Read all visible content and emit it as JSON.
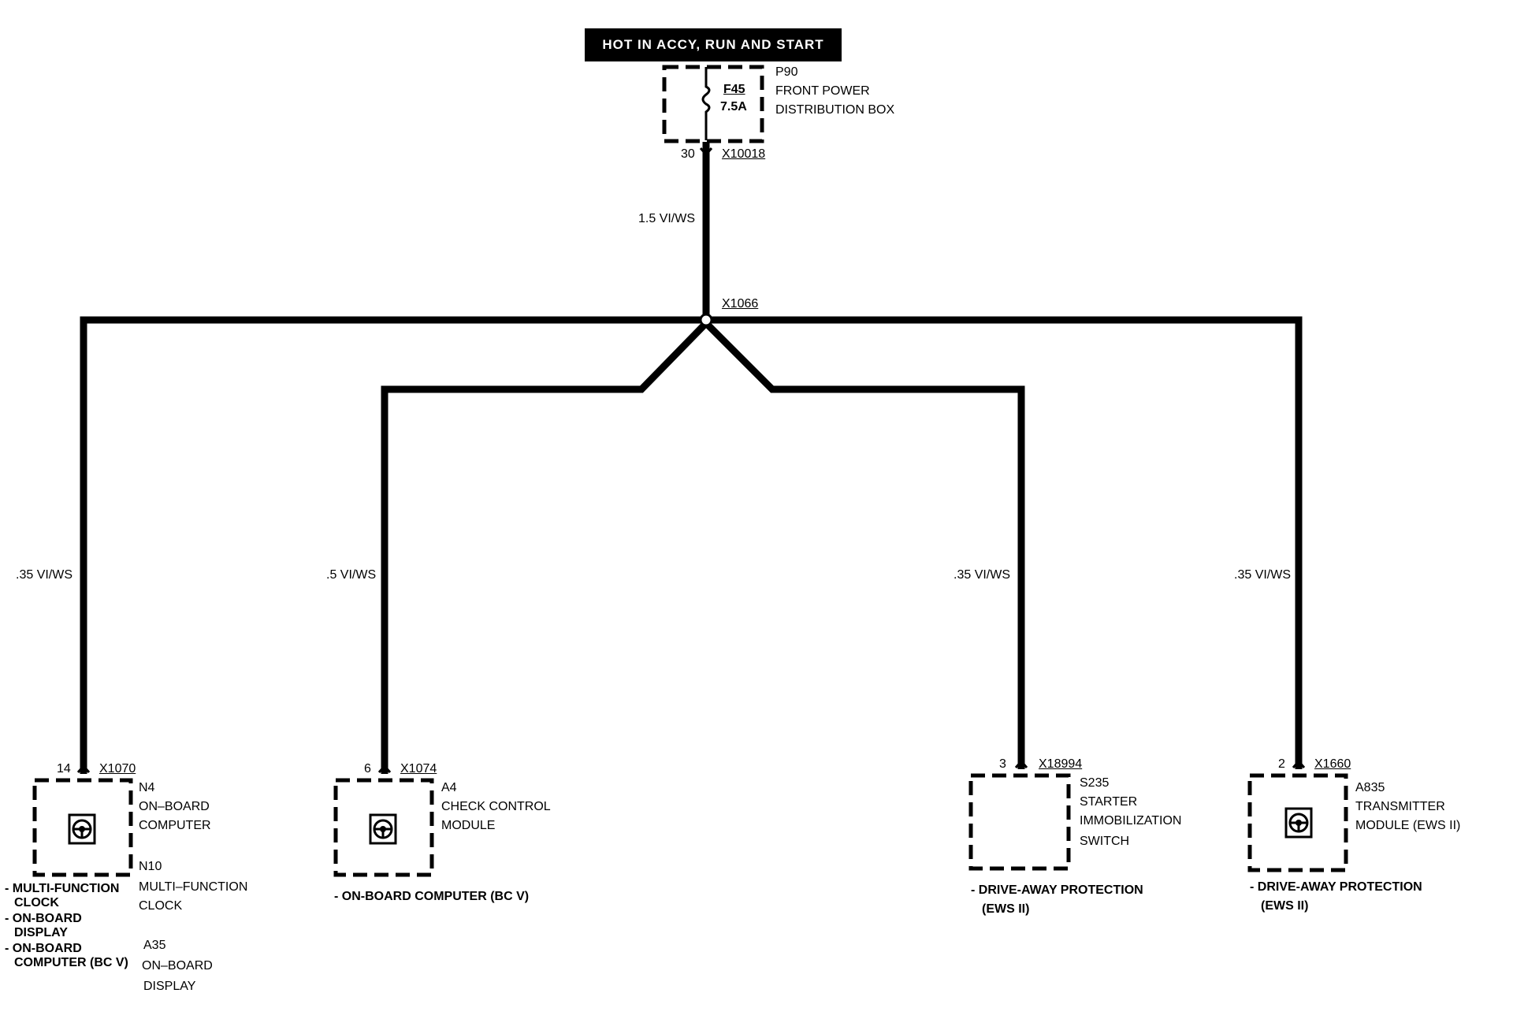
{
  "source": {
    "banner": "HOT IN ACCY, RUN AND START",
    "fuse_id": "F45",
    "fuse_rating": "7.5A",
    "box_id": "P90",
    "box_line1": "FRONT POWER",
    "box_line2": "DISTRIBUTION BOX",
    "pin": "30",
    "connector": "X10018"
  },
  "main_wire": {
    "label": "1.5 VI/WS"
  },
  "splice": {
    "label": "X1066"
  },
  "branches": [
    {
      "wire": ".35 VI/WS",
      "pin": "14",
      "connector": "X1070",
      "lines": [
        "N4",
        "ON–BOARD",
        "COMPUTER",
        "N10",
        "MULTI–FUNCTION",
        "CLOCK",
        "A35",
        "ON–BOARD",
        "DISPLAY"
      ],
      "notes": [
        "- MULTI-FUNCTION",
        "CLOCK",
        "- ON-BOARD",
        "DISPLAY",
        "- ON-BOARD",
        "COMPUTER (BC V)"
      ],
      "icon": "steering-wheel-icon"
    },
    {
      "wire": ".5 VI/WS",
      "pin": "6",
      "connector": "X1074",
      "lines": [
        "A4",
        "CHECK CONTROL",
        "MODULE"
      ],
      "notes": [
        "- ON-BOARD COMPUTER (BC V)"
      ],
      "icon": "steering-wheel-icon"
    },
    {
      "wire": ".35 VI/WS",
      "pin": "3",
      "connector": "X18994",
      "lines": [
        "S235",
        "STARTER",
        "IMMOBILIZATION",
        "SWITCH"
      ],
      "notes": [
        "- DRIVE-AWAY PROTECTION",
        "(EWS II)"
      ]
    },
    {
      "wire": ".35 VI/WS",
      "pin": "2",
      "connector": "X1660",
      "lines": [
        "A835",
        "TRANSMITTER",
        "MODULE (EWS II)"
      ],
      "notes": [
        "- DRIVE-AWAY PROTECTION",
        "(EWS II)"
      ],
      "icon": "steering-wheel-icon"
    }
  ]
}
